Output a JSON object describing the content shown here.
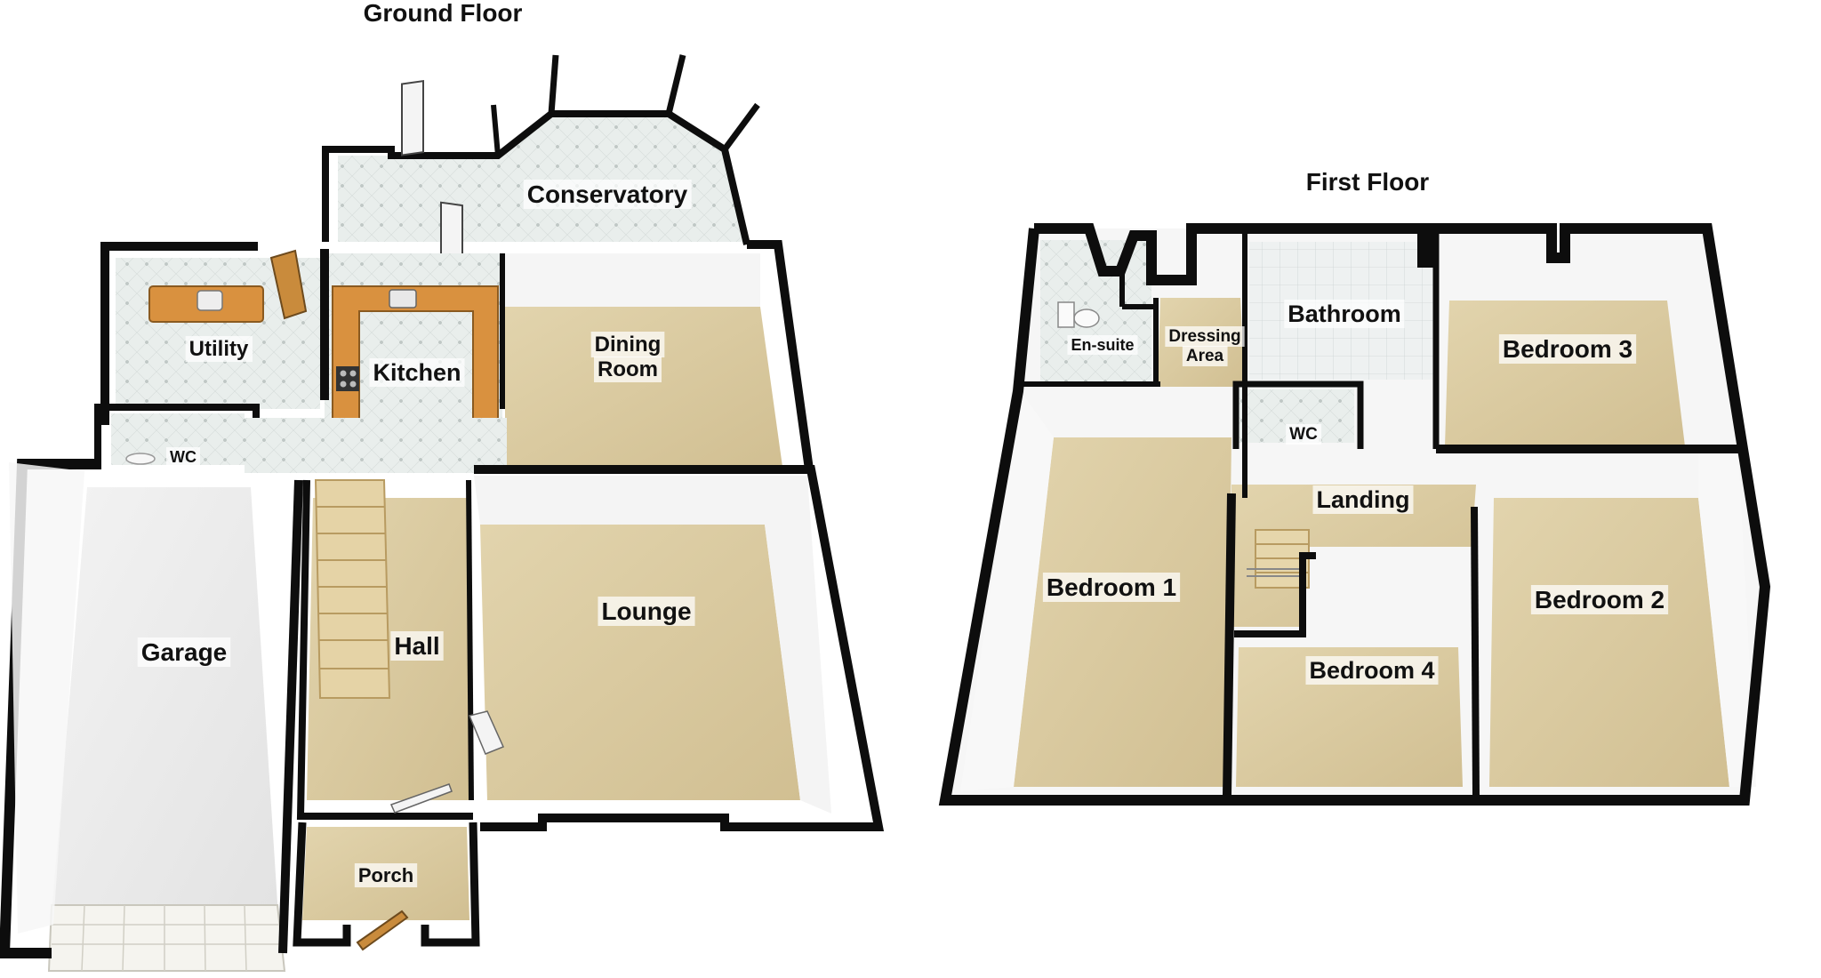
{
  "floors": [
    {
      "title": "Ground Floor",
      "rooms": [
        {
          "name": "Conservatory"
        },
        {
          "name": "Utility"
        },
        {
          "name": "Kitchen"
        },
        {
          "name": "Dining",
          "name2": "Room"
        },
        {
          "name": "WC"
        },
        {
          "name": "Garage"
        },
        {
          "name": "Hall"
        },
        {
          "name": "Lounge"
        },
        {
          "name": "Porch"
        }
      ]
    },
    {
      "title": "First Floor",
      "rooms": [
        {
          "name": "En-suite"
        },
        {
          "name": "Dressing",
          "name2": "Area"
        },
        {
          "name": "Bathroom"
        },
        {
          "name": "Bedroom 3"
        },
        {
          "name": "WC"
        },
        {
          "name": "Landing"
        },
        {
          "name": "Bedroom 1"
        },
        {
          "name": "Bedroom 2"
        },
        {
          "name": "Bedroom 4"
        }
      ]
    }
  ],
  "colors": {
    "wall": "#0d0d0d",
    "carpet": "#d9c9a1",
    "tile": "#e6ebe9",
    "garage_floor": "#ececec",
    "worktop": "#d9913f",
    "door": "#c98b3c"
  }
}
